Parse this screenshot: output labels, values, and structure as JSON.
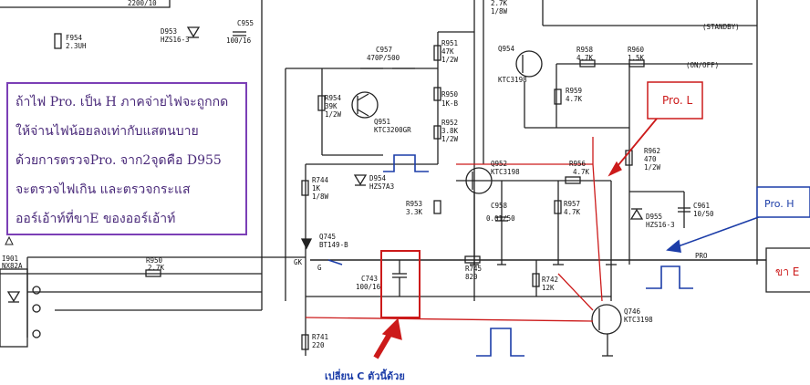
{
  "note": {
    "lines": [
      "ถ้าไฟ Pro. เป็น H ภาคจ่ายไฟจะถูกกด",
      "ให้จ่านไฟน้อยลงเท่ากับแสตนบาย",
      "ด้วยการตรวจPro. จาก2จุดคือ D955",
      "จะตรวจไฟเกิน และตรวจกระแส",
      "ออร์เอ้าท์ที่ขาE ของออร์เอ้าท์"
    ]
  },
  "callouts": {
    "pro_l": "Pro. L",
    "pro_h": "Pro. H",
    "pin_e": "ขา E",
    "replace_c": "เปลี่ยน C ตัวนี้ด้วย"
  },
  "labels": {
    "c955": "C955",
    "c955_v": "100/16",
    "f954": "F954",
    "f954_v": "2.3UH",
    "d953": "D953",
    "d953_v": "HZS16-3",
    "c957": "C957",
    "c957_v": "470P/500",
    "r951": "R951",
    "r951_v": "47K",
    "r951_w": "1/2W",
    "r954": "R954",
    "r954_v": "39K",
    "r954_w": "1/2W",
    "r950": "R950",
    "r950_v": "1K-B",
    "q951": "Q951",
    "q951_v": "KTC3200GR",
    "r952": "R952",
    "r952_v": "3.8K",
    "r952_w": "1/2W",
    "d954": "D954",
    "d954_v": "HZS7A3",
    "r744": "R744",
    "r744_v": "1K",
    "r744_w": "1/8W",
    "r953": "R953",
    "r953_v": "3.3K",
    "q952": "Q952",
    "q952_v": "KTC3198",
    "r956": "R956",
    "r956_v": "4.7K",
    "c958": "C958",
    "c958_v": "0.01/50",
    "r957": "R957",
    "r957_v": "4.7K",
    "r962": "R962",
    "r962_v": "470",
    "r962_w": "1/2W",
    "c961": "C961",
    "c961_v": "10/50",
    "d955": "D955",
    "d955_v": "HZS16-3",
    "q954": "Q954",
    "q954_v": "KTC3198",
    "r958": "R958",
    "r958_v": "4.7K",
    "r959": "R959",
    "r959_v": "4.7K",
    "r960": "R960",
    "r960_v": "1.5K",
    "r957top": "2.7K",
    "r957top_w": "1/8W",
    "standby": "(STANDBY)",
    "onoff": "(ON/OFF)",
    "q745": "Q745",
    "q745_v": "BT149-B",
    "r950b": "R950",
    "r950b_v": "2.7K",
    "i901": "I901",
    "i901_v": "NX82A",
    "c743": "C743",
    "c743_v": "100/16",
    "r745": "R745",
    "r745_v": "820",
    "r742": "R742",
    "r742_v": "12K",
    "q746": "Q746",
    "q746_v": "KTC3198",
    "r741": "R741",
    "r741_v": "220",
    "pro": "PRO",
    "gk": "GK",
    "g": "G",
    "top_val": "2200/10"
  }
}
